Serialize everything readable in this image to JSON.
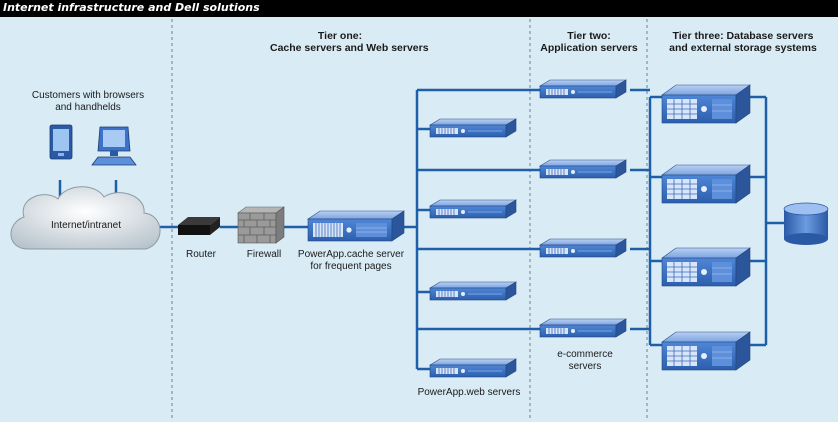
{
  "title": "Internet infrastructure and Dell solutions",
  "tiers": {
    "tier_one": {
      "line1": "Tier one:",
      "line2": "Cache servers and Web servers"
    },
    "tier_two": {
      "line1": "Tier two:",
      "line2": "Application servers"
    },
    "tier_three": {
      "line1": "Tier three: Database servers",
      "line2": "and external storage systems"
    }
  },
  "labels": {
    "customers_line1": "Customers with browsers",
    "customers_line2": "and handhelds",
    "cloud": "Internet/intranet",
    "router": "Router",
    "firewall": "Firewall",
    "cache_line1": "PowerApp.cache server",
    "cache_line2": "for frequent pages",
    "web_servers": "PowerApp.web servers",
    "ecommerce_line1": "e-commerce",
    "ecommerce_line2": "servers"
  },
  "colors": {
    "background": "#d9ecf6",
    "connector": "#1f5fa8",
    "server_body": "#3c73c8",
    "server_light": "#8fb4ec",
    "divider": "#6d7f8c"
  }
}
